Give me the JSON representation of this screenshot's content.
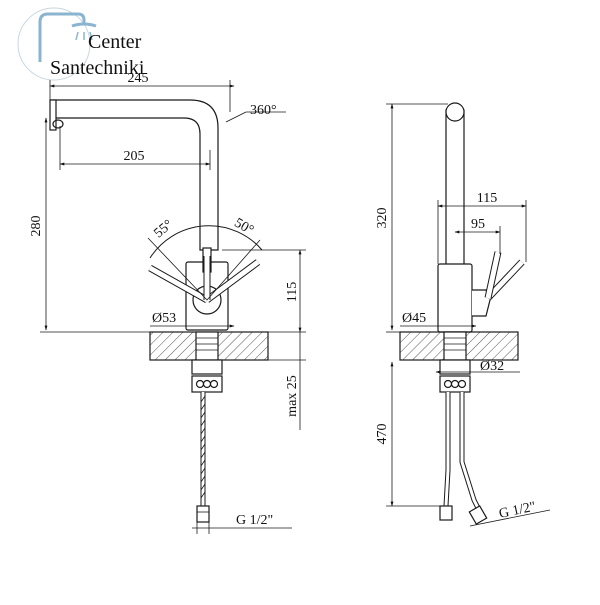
{
  "logo": {
    "line1": "Center",
    "line2": "Santechniki",
    "brand_color": "#8ab4cf",
    "icon": "shower-icon"
  },
  "front_view": {
    "total_width": "245",
    "spout_reach": "205",
    "rotation": "360°",
    "height": "280",
    "lever_left_angle": "55°",
    "lever_right_angle": "50°",
    "body_height": "115",
    "base_diameter": "Ø53",
    "max_counter_thickness": "max 25",
    "connection": "G 1/2\""
  },
  "side_view": {
    "height": "320",
    "lever_reach": "115",
    "lever_inner": "95",
    "base_diameter": "Ø45",
    "shank_diameter": "Ø32",
    "hose_length": "470",
    "connection": "G 1/2\""
  },
  "colors": {
    "line": "#1a1a1a",
    "hatch": "#555555"
  }
}
